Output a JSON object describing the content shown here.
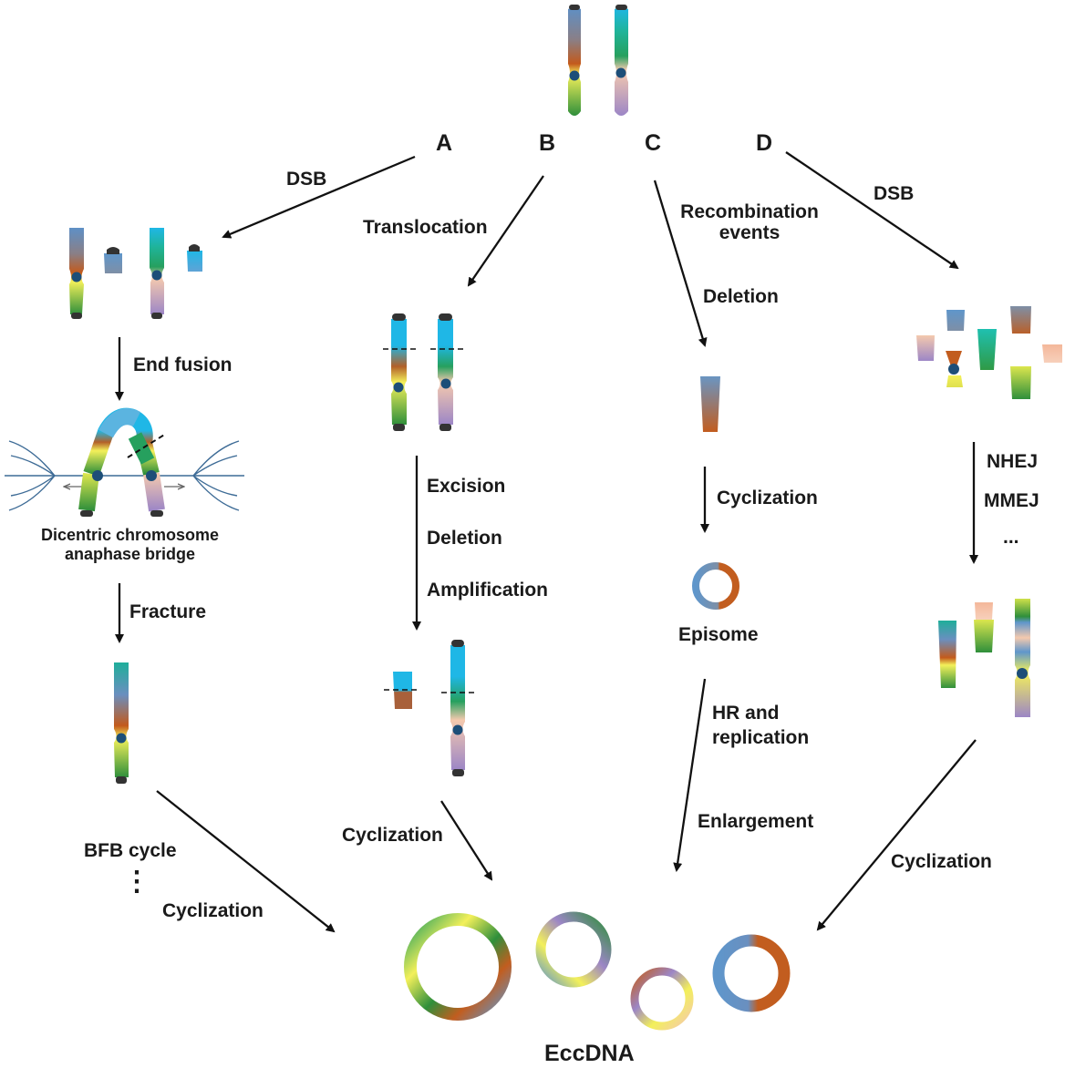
{
  "pathways": {
    "a": {
      "letter": "A",
      "step1": "DSB",
      "step2": "End fusion",
      "bridge_caption_1": "Dicentric chromosome",
      "bridge_caption_2": "anaphase bridge",
      "step3": "Fracture",
      "step4": "BFB cycle",
      "ellipsis": "⋮",
      "step5": "Cyclization"
    },
    "b": {
      "letter": "B",
      "step1": "Translocation",
      "step2": "Excision",
      "step3": "Deletion",
      "step4": "Amplification",
      "step5": "Cyclization"
    },
    "c": {
      "letter": "C",
      "step1_line1": "Recombination",
      "step1_line2": "events",
      "step2": "Deletion",
      "step3": "Cyclization",
      "episome": "Episome",
      "step4_line1": "HR and",
      "step4_line2": "replication",
      "step5": "Enlargement"
    },
    "d": {
      "letter": "D",
      "step1": "DSB",
      "step2": "NHEJ",
      "step3": "MMEJ",
      "step4": "...",
      "step5": "Cyclization"
    }
  },
  "result_label": "EccDNA",
  "palette": {
    "sky": "#1fb7e6",
    "steel": "#6a95c2",
    "brown": "#c25d1f",
    "rust": "#a8603a",
    "yellow": "#f2ef5a",
    "green": "#2f8f3b",
    "teal": "#21b87e",
    "peach": "#f2c1a4",
    "lavender": "#a487c6",
    "centromere": "#1d4e78",
    "cap": "#333333",
    "spindle": "#3d6b96"
  }
}
